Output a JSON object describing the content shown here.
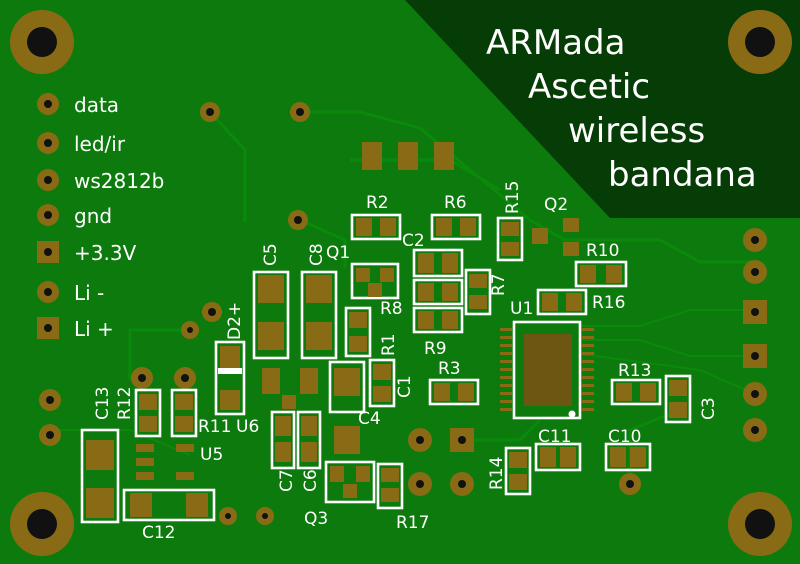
{
  "board": {
    "title_lines": [
      "ARMada",
      "Ascetic",
      "wireless",
      "bandana"
    ],
    "pin_labels": [
      "data",
      "led/ir",
      "ws2812b",
      "gnd",
      "+3.3V",
      "Li -",
      "Li +"
    ]
  },
  "components": {
    "R2": "R2",
    "R6": "R6",
    "R15": "R15",
    "Q2": "Q2",
    "C5": "C5",
    "C8": "C8",
    "Q1": "Q1",
    "C2": "C2",
    "R10": "R10",
    "R7": "R7",
    "R8": "R8",
    "U1": "U1",
    "R16": "R16",
    "D2": "D2+",
    "R1": "R1",
    "R9": "R9",
    "R3": "R3",
    "C1": "C1",
    "R13": "R13",
    "C13": "C13",
    "R12": "R12",
    "C3": "C3",
    "C4": "C4",
    "R11": "R11",
    "U6": "U6",
    "C11": "C11",
    "C10": "C10",
    "U5": "U5",
    "C7": "C7",
    "C6": "C6",
    "R14": "R14",
    "Q3": "Q3",
    "R17": "R17",
    "C12": "C12"
  }
}
